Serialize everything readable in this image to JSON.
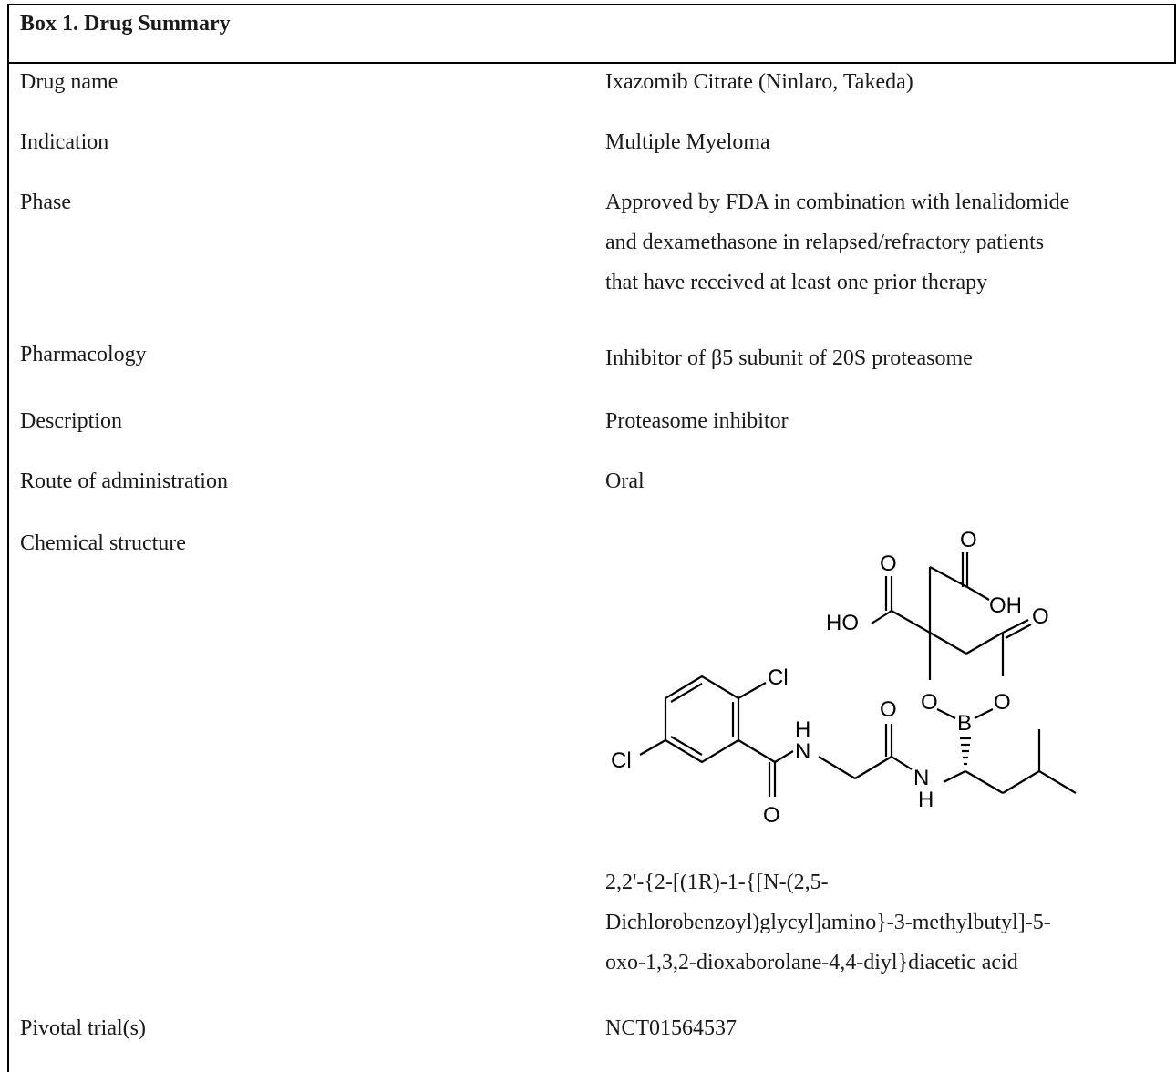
{
  "box_title": "Box 1. Drug Summary",
  "rows": [
    {
      "label": "Drug name",
      "value": "Ixazomib Citrate (Ninlaro, Takeda)"
    },
    {
      "label": "Indication",
      "value": "Multiple Myeloma"
    },
    {
      "label": "Phase",
      "value": "Approved by FDA in combination with lenalidomide\nand dexamethasone in relapsed/refractory patients\nthat have received at least one prior therapy"
    },
    {
      "label": "Pharmacology",
      "value": "Inhibitor of β5 subunit of 20S proteasome"
    },
    {
      "label": "Description",
      "value": "Proteasome inhibitor"
    },
    {
      "label": "Route of administration",
      "value": "Oral"
    },
    {
      "label": "Chemical structure",
      "value": "2,2'-{2-[(1R)-1-{[N-(2,5-\nDichlorobenzoyl)glycyl]amino}-3-methylbutyl]-5-\noxo-1,3,2-dioxaborolane-4,4-diyl}diacetic acid"
    },
    {
      "label": "Pivotal trial(s)",
      "value": "NCT01564537"
    }
  ],
  "structure_atoms": {
    "o": "O",
    "oh": "OH",
    "ho": "HO",
    "b": "B",
    "cl": "Cl",
    "n": "N",
    "h": "H"
  }
}
